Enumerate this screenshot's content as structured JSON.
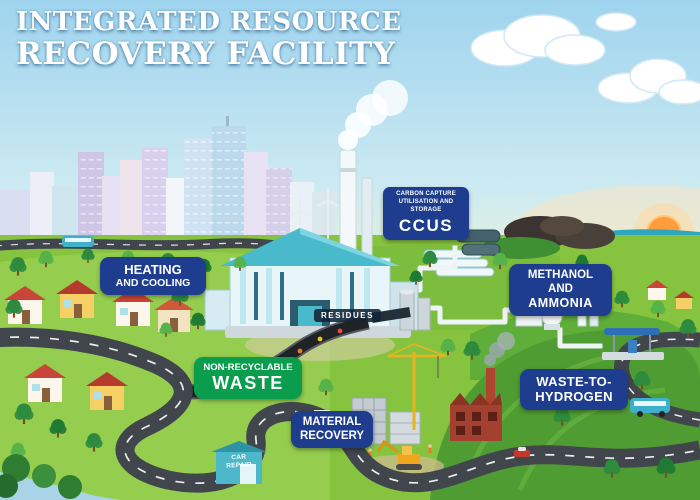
{
  "title": {
    "line1": "INTEGRATED RESOURCE",
    "line2": "RECOVERY FACILITY"
  },
  "badges": {
    "ccus": {
      "subtitle_line1": "CARBON CAPTURE",
      "subtitle_line2": "UTILISATION AND STORAGE",
      "title": "CCUS"
    },
    "heating_cooling": {
      "line1": "HEATING",
      "line2": "AND COOLING"
    },
    "methanol_ammonia": {
      "line1": "METHANOL AND",
      "line2": "AMMONIA"
    },
    "non_recyclable_waste": {
      "line1": "NON-RECYCLABLE",
      "line2": "WASTE"
    },
    "material_recovery": {
      "line1": "MATERIAL",
      "line2": "RECOVERY"
    },
    "waste_to_hydrogen": {
      "line1": "WASTE-TO-",
      "line2": "HYDROGEN"
    },
    "residues": {
      "label": "RESIDUES"
    },
    "car_repair": {
      "line1": "CAR",
      "line2": "REPAIR"
    }
  },
  "colors": {
    "badge_navy": "#1e3d8f",
    "badge_green": "#0a9d4e",
    "title_white": "#ffffff",
    "sky": "#a9def2",
    "grass": "#86c440",
    "facility_teal": "#49b9cc",
    "road": "#41464d"
  }
}
